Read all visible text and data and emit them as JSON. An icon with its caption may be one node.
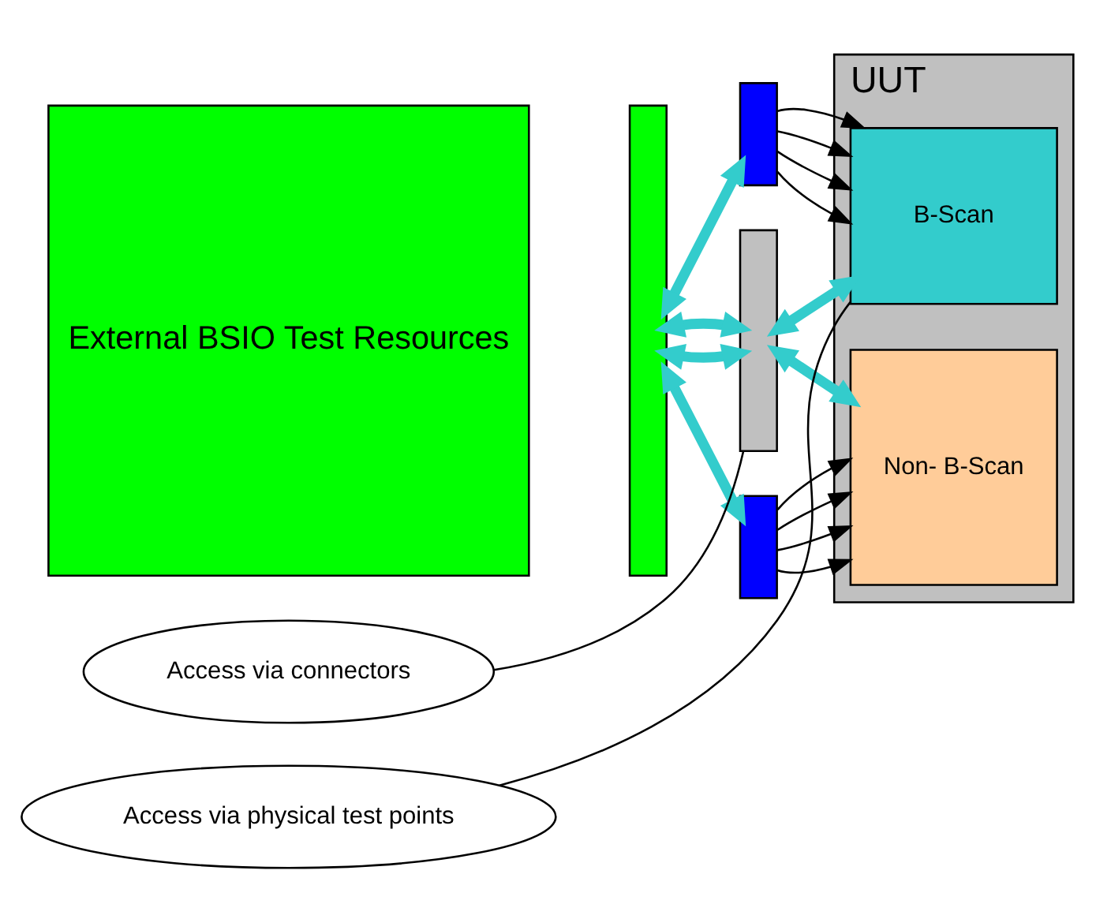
{
  "diagram": {
    "nodes": [
      {
        "text": [
          "External BSIO Test Resources"
        ]
      },
      {
        "text": [],
        "shape": "bar"
      },
      {
        "text": [
          "UUT"
        ]
      },
      {
        "text": [
          "B-Scan"
        ],
        "in": 2
      },
      {
        "text": [
          "Non- B-Scan"
        ],
        "in": 2
      },
      {
        "text": [],
        "shape": "bar"
      },
      {
        "text": [],
        "shape": "bar"
      },
      {
        "text": [],
        "shape": "bar"
      },
      {
        "text": [
          "Access via physical test points"
        ]
      },
      {
        "text": [
          "Access via connectors"
        ]
      }
    ],
    "edges": [
      {
        "from": 1,
        "to": 5,
        "arrow": "both",
        "style": "thick",
        "color": "#33cccc"
      },
      {
        "from": 1,
        "to": 6,
        "arrow": "both",
        "style": "thick",
        "color": "#33cccc"
      },
      {
        "from": 1,
        "to": 6,
        "arrow": "both",
        "style": "thick",
        "color": "#33cccc"
      },
      {
        "from": 1,
        "to": 7,
        "arrow": "both",
        "style": "thick",
        "color": "#33cccc"
      },
      {
        "from": 5,
        "to": 3,
        "arrow": "to"
      },
      {
        "from": 5,
        "to": 3,
        "arrow": "to"
      },
      {
        "from": 5,
        "to": 3,
        "arrow": "to"
      },
      {
        "from": 5,
        "to": 3,
        "arrow": "to"
      },
      {
        "from": 6,
        "to": 3,
        "arrow": "both",
        "style": "thick",
        "color": "#33cccc"
      },
      {
        "from": 6,
        "to": 4,
        "arrow": "both",
        "style": "thick",
        "color": "#33cccc"
      },
      {
        "from": 7,
        "to": 4,
        "arrow": "to"
      },
      {
        "from": 7,
        "to": 4,
        "arrow": "to"
      },
      {
        "from": 7,
        "to": 4,
        "arrow": "to"
      },
      {
        "from": 7,
        "to": 4,
        "arrow": "to"
      },
      {
        "from": 8,
        "to": 3,
        "arrow": "none"
      },
      {
        "from": 9,
        "to": 6,
        "arrow": "none"
      }
    ]
  }
}
